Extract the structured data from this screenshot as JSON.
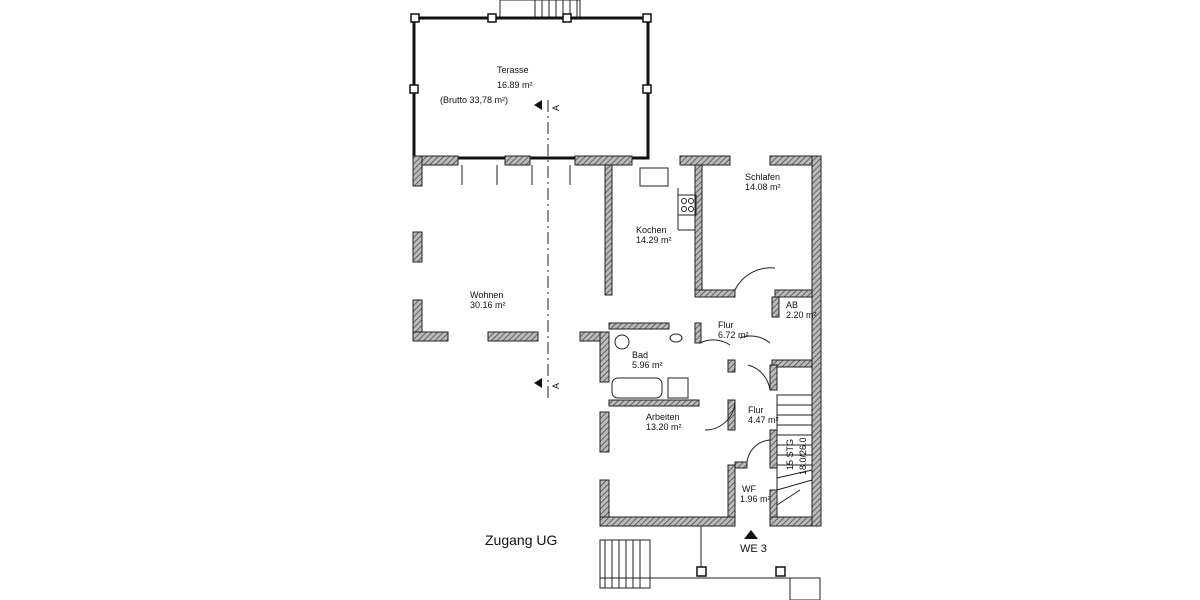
{
  "rooms": {
    "terrace": {
      "name": "Terasse",
      "area": "16.89 m²",
      "gross": "(Brutto 33,78 m²)"
    },
    "living": {
      "name": "Wohnen",
      "area": "30.16 m²"
    },
    "kitchen": {
      "name": "Kochen",
      "area": "14.29 m²"
    },
    "bedroom": {
      "name": "Schlafen",
      "area": "14.08 m²"
    },
    "storage": {
      "name": "AB",
      "area": "2.20 m²"
    },
    "hall1": {
      "name": "Flur",
      "area": "6.72 m²"
    },
    "bath": {
      "name": "Bad",
      "area": "5.96 m²"
    },
    "study": {
      "name": "Arbeiten",
      "area": "13.20 m²"
    },
    "hall2": {
      "name": "Flur",
      "area": "4.47 m²"
    },
    "wc": {
      "name": "WF",
      "area": "1.96 m²"
    }
  },
  "stairs": {
    "steps": "15 STG",
    "ratio": "18.0/26.0"
  },
  "section_marker": "A",
  "access_label": "Zugang UG",
  "unit_label": "WE 3",
  "colors": {
    "wall_hatch": "#555555",
    "line": "#222222"
  }
}
